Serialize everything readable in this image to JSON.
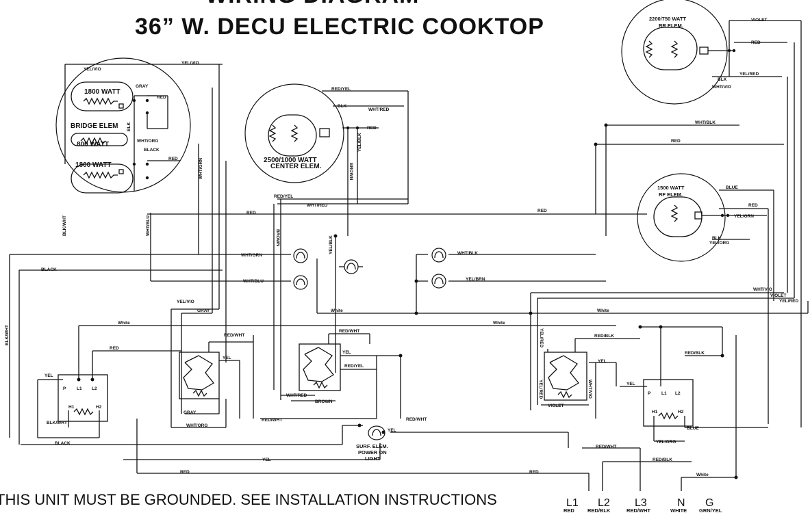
{
  "title_line1": "WIRING DIAGRAM",
  "title_line2": "36” W. DECU ELECTRIC COOKTOP",
  "footer": "THIS UNIT MUST BE GROUNDED.  SEE INSTALLATION INSTRUCTIONS",
  "elements": {
    "bridge": {
      "top": "1800 WATT",
      "middle": "BRIDGE ELEM",
      "middle_watt": "800 WATT",
      "bottom": "1800 WATT"
    },
    "center": {
      "line1": "2500/1000 WATT",
      "line2": "CENTER ELEM."
    },
    "rr": {
      "line1": "2200/750  WATT",
      "line2": "RR ELEM."
    },
    "rf": {
      "line1": "1500 WATT",
      "line2": "RF ELEM."
    },
    "light": {
      "line1": "SURF. ELEM.",
      "line2": "POWER ON",
      "line3": "LIGHT"
    }
  },
  "terminals": [
    {
      "id": "L1",
      "color": "RED"
    },
    {
      "id": "L2",
      "color": "RED/BLK"
    },
    {
      "id": "L3",
      "color": "RED/WHT"
    },
    {
      "id": "N",
      "color": "WHITE"
    },
    {
      "id": "G",
      "color": "GRN/YEL"
    }
  ],
  "switch_labels": {
    "p": "P",
    "l1": "L1",
    "l2": "L2",
    "h1": "H1",
    "h2": "H2"
  },
  "wire_labels": {
    "yel_vio": "YEL/VIO",
    "gray": "GRAY",
    "red": "RED",
    "blk": "BLK",
    "wht_org": "WHT/ORG",
    "black": "BLACK",
    "wht_grn": "WHT/GRN",
    "blk_wht": "BLK/WHT",
    "wht_blu": "WHT/BLU",
    "red_yel": "RED/YEL",
    "wht_red": "WHT/RED",
    "brown": "BROWN",
    "yel_blk": "YEL/BLK",
    "white": "White",
    "red_wht": "RED/WHT",
    "yel": "YEL",
    "violet": "VIOLET",
    "yel_red": "YEL/RED",
    "wht_vio": "WHT/VIO",
    "wht_blk": "WHT/BLK",
    "blue": "BLUE",
    "yel_grn": "YEL/GRN",
    "yel_org": "YEL/ORG",
    "yel_brn": "YEL/BRN",
    "red_blk": "RED/BLK"
  }
}
